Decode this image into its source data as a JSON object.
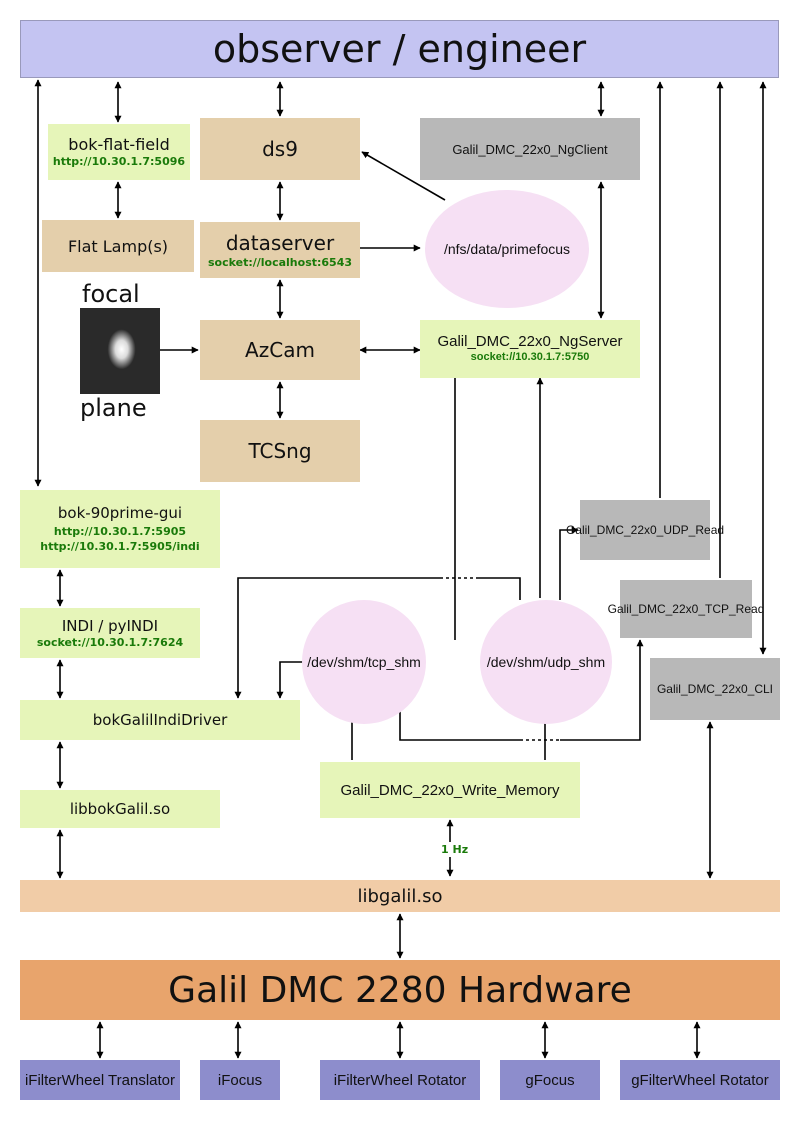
{
  "top": {
    "title": "observer / engineer"
  },
  "boxes": {
    "bok_flat_field": {
      "title": "bok-flat-field",
      "url": "http://10.30.1.7:5096"
    },
    "flat_lamp": {
      "title": "Flat Lamp(s)"
    },
    "ds9": {
      "title": "ds9"
    },
    "dataserver": {
      "title": "dataserver",
      "url": "socket://localhost:6543"
    },
    "azcam": {
      "title": "AzCam"
    },
    "tcsng": {
      "title": "TCSng"
    },
    "ng_client": {
      "title": "Galil_DMC_22x0_NgClient"
    },
    "ng_server": {
      "title": "Galil_DMC_22x0_NgServer",
      "url": "socket://10.30.1.7:5750"
    },
    "gui": {
      "title": "bok-90prime-gui",
      "url1": "http://10.30.1.7:5905",
      "url2": "http://10.30.1.7:5905/indi"
    },
    "indi": {
      "title": "INDI / pyINDI",
      "url": "socket://10.30.1.7:7624"
    },
    "indi_driver": {
      "title": "bokGalilIndiDriver"
    },
    "libbok": {
      "title": "libbokGalil.so"
    },
    "udp_read": {
      "title": "Galil_DMC_22x0_UDP_Read"
    },
    "tcp_read": {
      "title": "Galil_DMC_22x0_TCP_Read"
    },
    "cli": {
      "title": "Galil_DMC_22x0_CLI"
    },
    "write_memory": {
      "title": "Galil_DMC_22x0_Write_Memory"
    },
    "libgalil": {
      "title": "libgalil.so"
    },
    "hardware": {
      "title": "Galil DMC 2280 Hardware"
    }
  },
  "bubbles": {
    "nfs": "/nfs/data/primefocus",
    "tcp_shm": "/dev/shm/tcp_shm",
    "udp_shm": "/dev/shm/udp_shm"
  },
  "focal_plane": {
    "top": "focal",
    "bottom": "plane"
  },
  "rate_label": "1 Hz",
  "devices": [
    {
      "label": "iFilterWheel Translator"
    },
    {
      "label": "iFocus"
    },
    {
      "label": "iFilterWheel Rotator"
    },
    {
      "label": "gFocus"
    },
    {
      "label": "gFilterWheel Rotator"
    }
  ]
}
